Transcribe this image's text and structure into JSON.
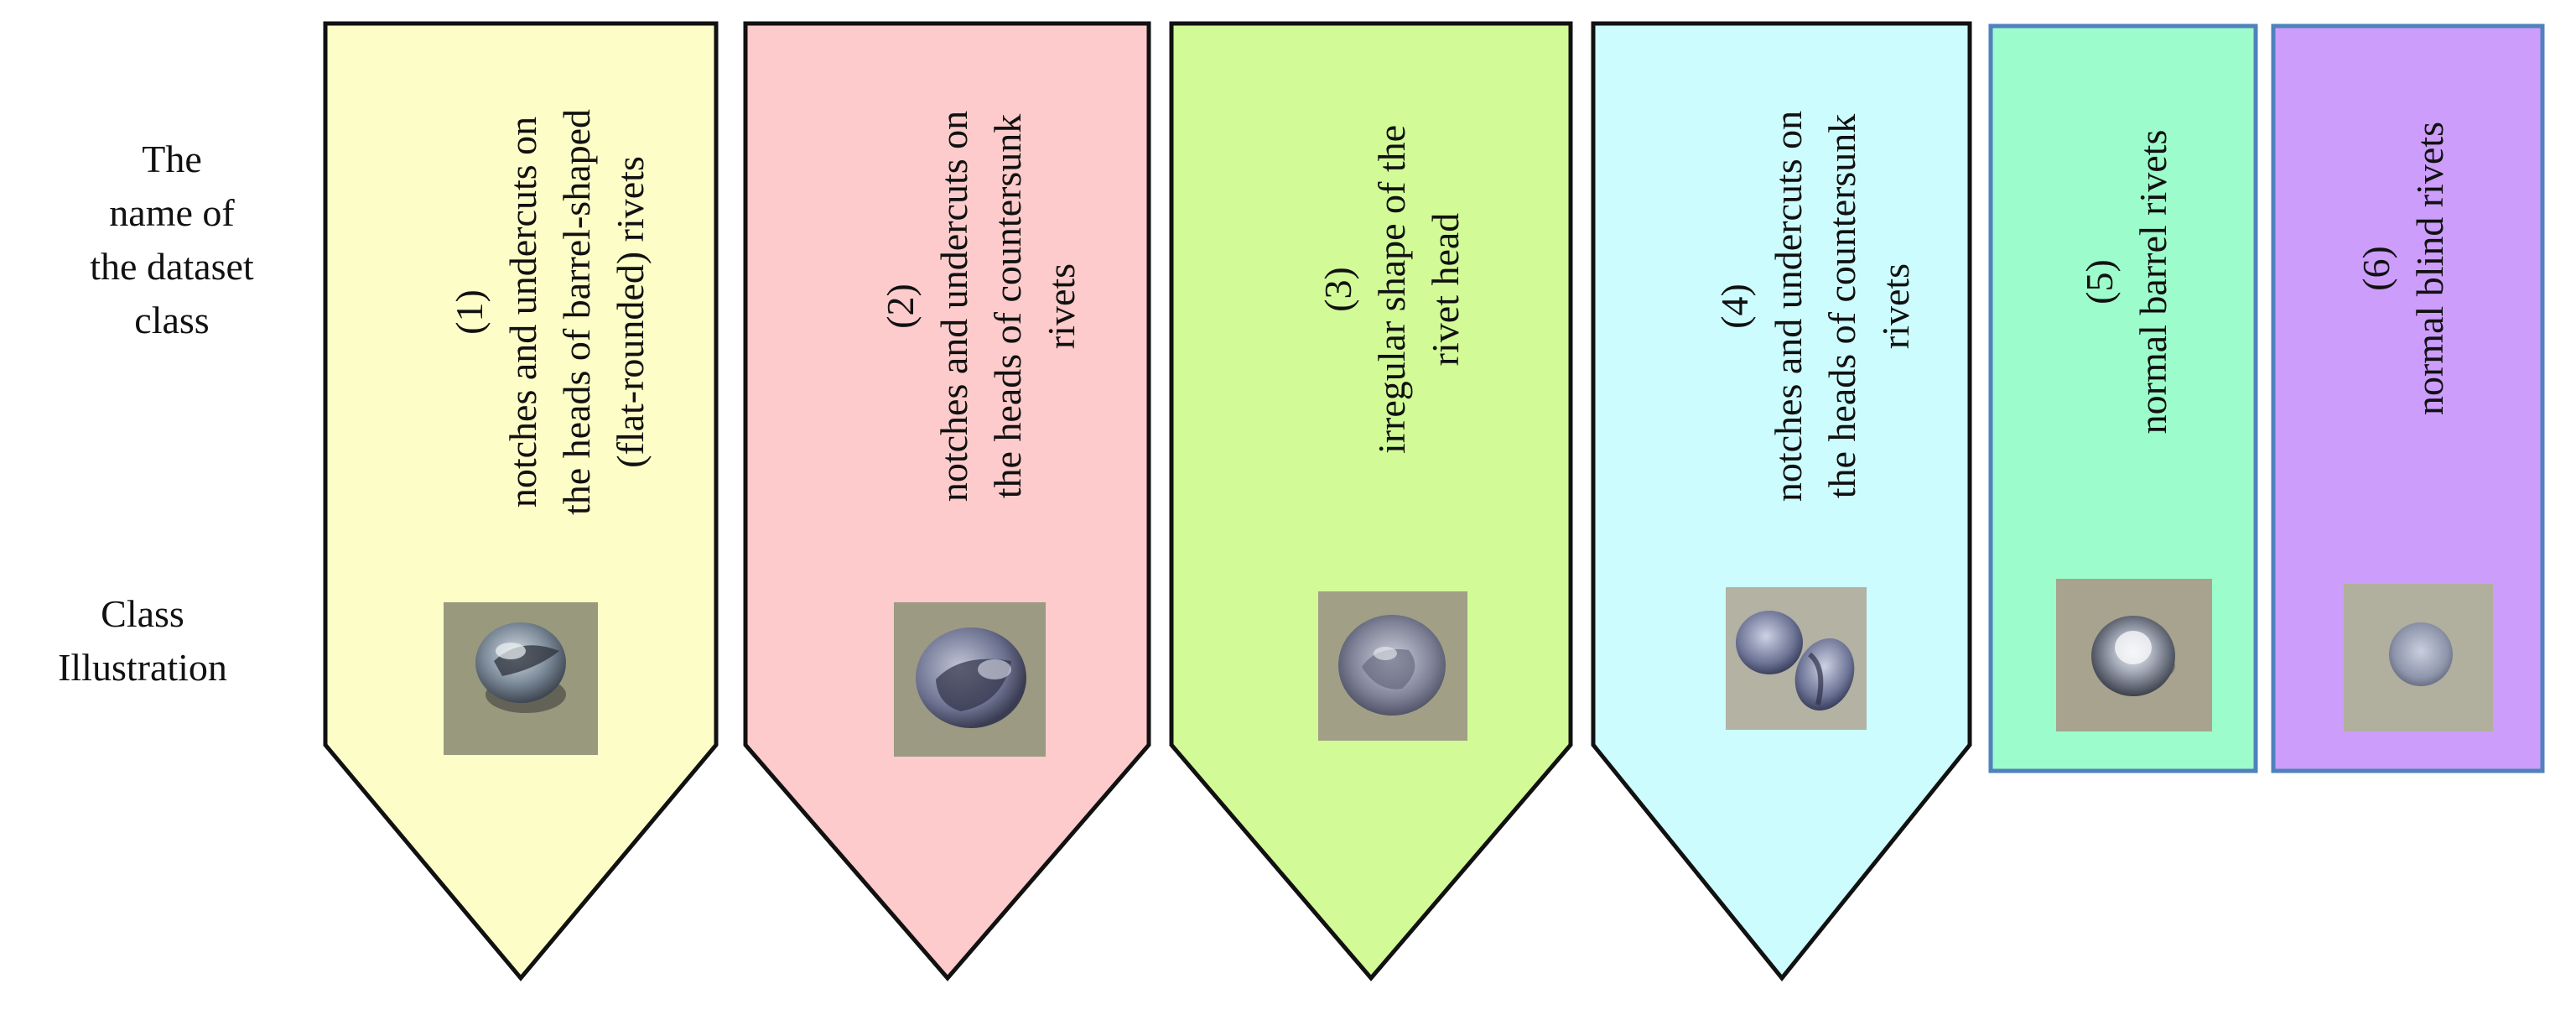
{
  "row_labels": {
    "name": [
      "The",
      "name of",
      "the dataset",
      "class"
    ],
    "illustration": [
      "Class",
      "Illustration"
    ]
  },
  "classes": [
    {
      "number": "(1)",
      "lines": [
        "notches and undercuts on",
        "the heads of barrel-shaped",
        "(flat-rounded) rivets"
      ],
      "fill": "#fdfdc8",
      "border": "#111111",
      "shape": "arrow",
      "image": "rivet-barrel-notch-photo"
    },
    {
      "number": "(2)",
      "lines": [
        "notches and undercuts on",
        "the heads of countersunk",
        "rivets"
      ],
      "fill": "#fdcbcb",
      "border": "#111111",
      "shape": "arrow",
      "image": "rivet-countersunk-notch-photo"
    },
    {
      "number": "(3)",
      "lines": [
        "irregular shape of the",
        "rivet head"
      ],
      "fill": "#d2fb98",
      "border": "#111111",
      "shape": "arrow",
      "image": "rivet-irregular-head-photo"
    },
    {
      "number": "(4)",
      "lines": [
        "notches and undercuts on",
        "the heads of countersunk",
        "rivets"
      ],
      "fill": "#ccfcfd",
      "border": "#111111",
      "shape": "arrow",
      "image": "rivet-countersunk-pair-photo"
    },
    {
      "number": "(5)",
      "lines": [
        "normal barrel rivets"
      ],
      "fill": "#9dfccb",
      "border": "#4f81bd",
      "shape": "rect",
      "image": "rivet-normal-barrel-photo"
    },
    {
      "number": "(6)",
      "lines": [
        "normal blind rivets"
      ],
      "fill": "#cc9dfb",
      "border": "#4f81bd",
      "shape": "rect",
      "image": "rivet-normal-blind-photo"
    }
  ]
}
